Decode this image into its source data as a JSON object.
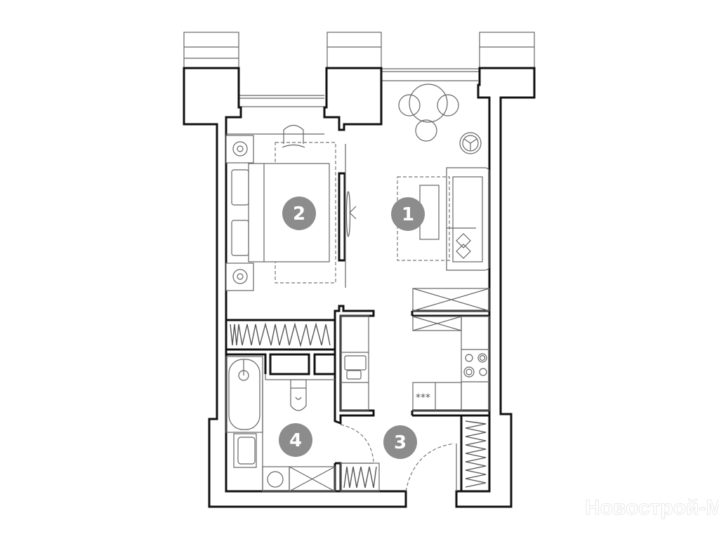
{
  "plan": {
    "rooms": [
      {
        "number": "1",
        "type": "living-room"
      },
      {
        "number": "2",
        "type": "bedroom"
      },
      {
        "number": "3",
        "type": "hallway"
      },
      {
        "number": "4",
        "type": "bathroom"
      }
    ],
    "hob_symbol": "***",
    "watermark": "Новострой-М",
    "colors": {
      "walls": "#111111",
      "furniture": "#666666",
      "badge": "#8c8c8c"
    }
  }
}
